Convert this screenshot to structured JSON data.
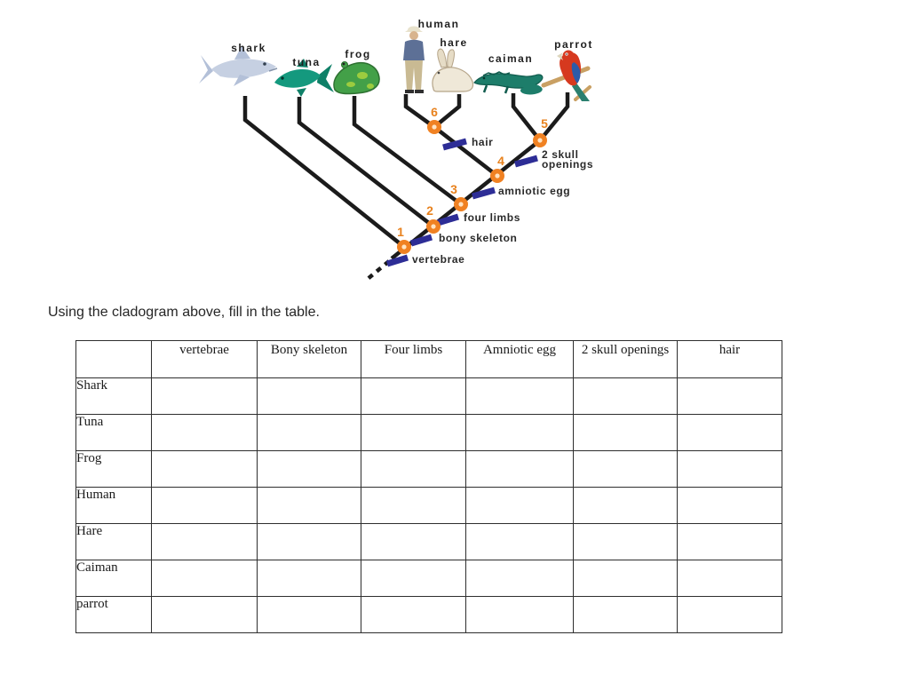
{
  "instruction": "Using the cladogram above, fill in the table.",
  "cladogram": {
    "animal_labels": [
      "shark",
      "tuna",
      "frog",
      "human",
      "hare",
      "caiman",
      "parrot"
    ],
    "node_numbers": [
      "1",
      "2",
      "3",
      "4",
      "5",
      "6"
    ],
    "trait_labels": {
      "vertebrae": "vertebrae",
      "bony_skeleton": "bony skeleton",
      "four_limbs": "four limbs",
      "amniotic_egg": "amniotic egg",
      "skull_openings": "2 skull openings",
      "hair": "hair"
    },
    "colors": {
      "branch": "#1b1b1b",
      "node_circle": "#f08122",
      "node_number": "#e8821e",
      "trait_mark": "#2d2d96"
    }
  },
  "table": {
    "headers": [
      "",
      "vertebrae",
      "Bony skeleton",
      "Four limbs",
      "Amniotic egg",
      "2 skull openings",
      "hair"
    ],
    "rows": [
      {
        "label": "Shark",
        "cells": [
          "",
          "",
          "",
          "",
          "",
          ""
        ]
      },
      {
        "label": "Tuna",
        "cells": [
          "",
          "",
          "",
          "",
          "",
          ""
        ]
      },
      {
        "label": "Frog",
        "cells": [
          "",
          "",
          "",
          "",
          "",
          ""
        ]
      },
      {
        "label": "Human",
        "cells": [
          "",
          "",
          "",
          "",
          "",
          ""
        ]
      },
      {
        "label": "Hare",
        "cells": [
          "",
          "",
          "",
          "",
          "",
          ""
        ]
      },
      {
        "label": "Caiman",
        "cells": [
          "",
          "",
          "",
          "",
          "",
          ""
        ]
      },
      {
        "label": "parrot",
        "cells": [
          "",
          "",
          "",
          "",
          "",
          ""
        ]
      }
    ]
  }
}
